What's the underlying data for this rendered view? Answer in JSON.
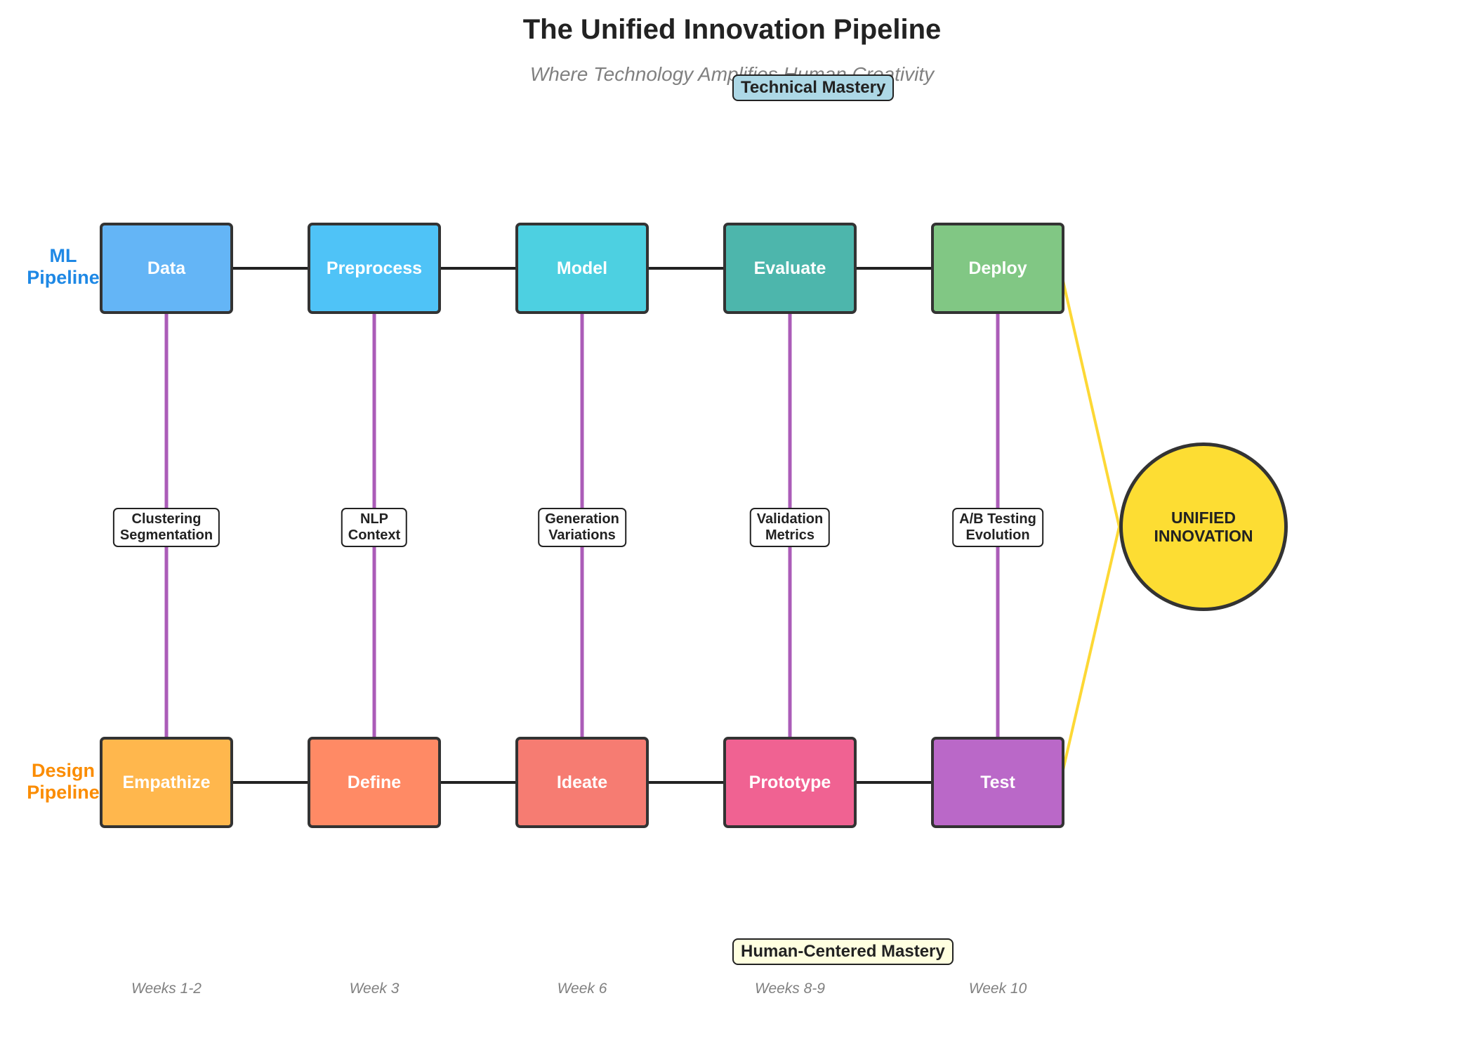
{
  "header": {
    "title": "The Unified Innovation Pipeline",
    "subtitle": "Where Technology Amplifies Human Creativity"
  },
  "ml_pipeline": {
    "label_line1": "ML",
    "label_line2": "Pipeline",
    "label_color": "#1e88e5",
    "mastery_label": "Technical Mastery",
    "mastery_bg": "#add8e6",
    "stages": [
      {
        "label": "Data",
        "color": "#64b5f6"
      },
      {
        "label": "Preprocess",
        "color": "#4fc3f7"
      },
      {
        "label": "Model",
        "color": "#4dd0e1"
      },
      {
        "label": "Evaluate",
        "color": "#4db6ac"
      },
      {
        "label": "Deploy",
        "color": "#81c784"
      }
    ]
  },
  "design_pipeline": {
    "label_line1": "Design",
    "label_line2": "Pipeline",
    "label_color": "#fb8c00",
    "mastery_label": "Human-Centered Mastery",
    "mastery_bg": "#ffffe0",
    "stages": [
      {
        "label": "Empathize",
        "color": "#ffb74d"
      },
      {
        "label": "Define",
        "color": "#ff8a65"
      },
      {
        "label": "Ideate",
        "color": "#f67c72"
      },
      {
        "label": "Prototype",
        "color": "#f06292"
      },
      {
        "label": "Test",
        "color": "#ba68c8"
      }
    ]
  },
  "bridges": [
    {
      "line1": "Clustering",
      "line2": "Segmentation"
    },
    {
      "line1": "NLP",
      "line2": "Context"
    },
    {
      "line1": "Generation",
      "line2": "Variations"
    },
    {
      "line1": "Validation",
      "line2": "Metrics"
    },
    {
      "line1": "A/B Testing",
      "line2": "Evolution"
    }
  ],
  "bridge_color": "#ab5cb8",
  "connector_color": "#222222",
  "convergence_color": "#fdd835",
  "weeks": [
    "Weeks 1-2",
    "Week 3",
    "Week 6",
    "Weeks 8-9",
    "Week 10"
  ],
  "hub": {
    "line1": "UNIFIED",
    "line2": "INNOVATION",
    "color": "#fddd33"
  }
}
